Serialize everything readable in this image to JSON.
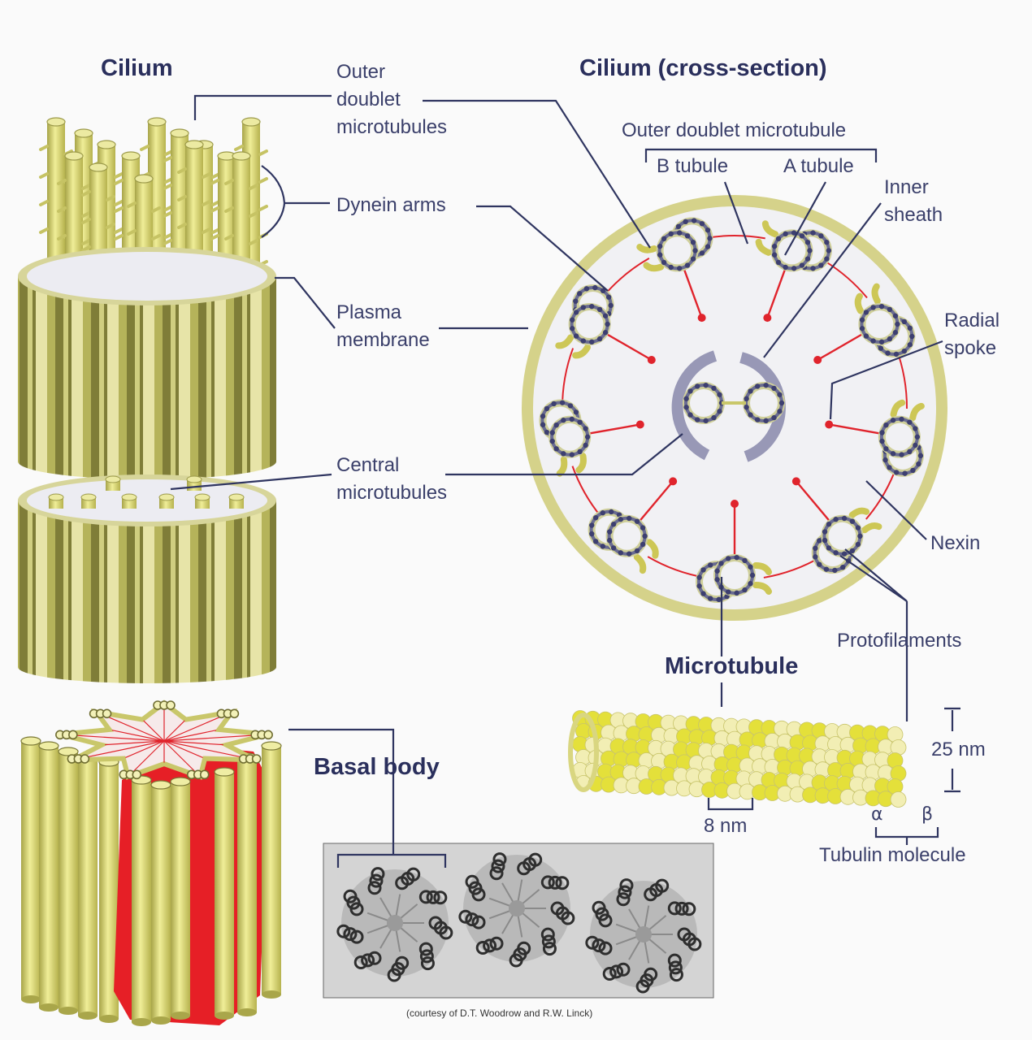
{
  "titles": {
    "cilium": "Cilium",
    "cross_section": "Cilium (cross-section)",
    "microtubule": "Microtubule",
    "basal_body": "Basal body"
  },
  "labels": {
    "outer_doublet": "Outer\ndoublet\nmicrotubules",
    "dynein_arms": "Dynein arms",
    "plasma_membrane": "Plasma\nmembrane",
    "central_microtubules": "Central\nmicrotubules",
    "outer_doublet_microtubule": "Outer doublet microtubule",
    "b_tubule": "B tubule",
    "a_tubule": "A tubule",
    "inner_sheath": "Inner\nsheath",
    "radial_spoke": "Radial\nspoke",
    "nexin": "Nexin",
    "protofilaments": "Protofilaments",
    "size_25nm": "25 nm",
    "size_8nm": "8 nm",
    "alpha": "α",
    "beta": "β",
    "tubulin_molecule": "Tubulin molecule"
  },
  "credit": "(courtesy of D.T. Woodrow and R.W. Linck)",
  "colors": {
    "label": "#3a3f6a",
    "leader": "#2f3560",
    "tubule": "#d6d46a",
    "tubule_dark": "#8f8c3a",
    "membrane": "#cfcb7a",
    "spoke": "#e0242c",
    "cross_bg": "#eeeef2",
    "subunit_dark": "#4b4e7c",
    "tubulin_yellow": "#e4e03a",
    "tubulin_pale": "#f2eeb4"
  }
}
